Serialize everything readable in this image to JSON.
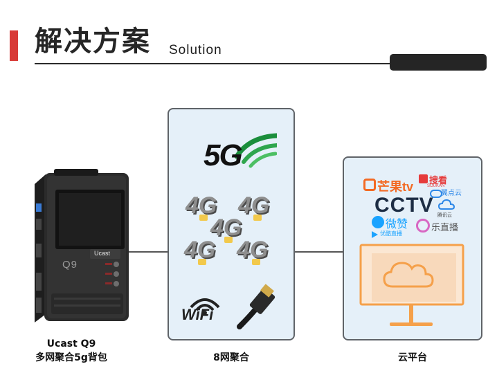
{
  "header": {
    "title_cn": "解决方案",
    "title_en": "Solution"
  },
  "device": {
    "brand_badge": "Ucast",
    "model_mark": "Q9",
    "caption_line1": "Ucast Q9",
    "caption_line2": "多网聚合5g背包"
  },
  "network_panel": {
    "label_5g": "5G",
    "label_4g": "4G",
    "label_wifi": "WiFi",
    "caption": "8网聚合"
  },
  "cloud_panel": {
    "caption": "云平台",
    "logos": {
      "mango": "芒果tv",
      "soukan": "搜看",
      "soukan_sub": "SOUKAN",
      "yidian": "翼点云",
      "cctv": "CCTV",
      "weizan": "微赞",
      "tengxun": "腾讯云",
      "youku": "优酷直播",
      "lezhibo": "乐直播"
    }
  },
  "colors": {
    "accent_red": "#d83a37",
    "panel_bg": "#e5f0f9",
    "panel_border": "#5f6368",
    "monitor_orange": "#f5a04a",
    "mango_orange": "#f36a24",
    "cctv_dark": "#1d2d44",
    "tencent_blue": "#2e88e8",
    "youku_blue": "#1aa3ff"
  }
}
